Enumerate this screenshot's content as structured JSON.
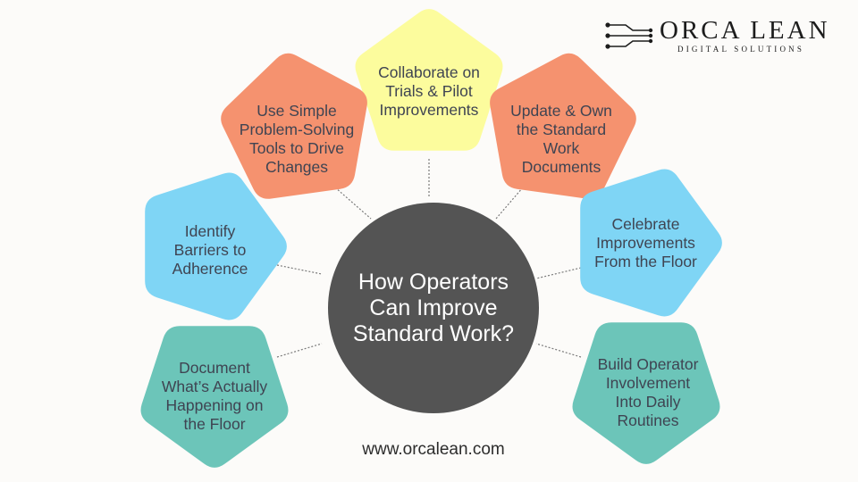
{
  "brand": {
    "name": "ORCA LEAN",
    "tagline": "DIGITAL SOLUTIONS",
    "logo_icon": "circuit-lines-icon"
  },
  "center": {
    "title": "How Operators\nCan Improve\nStandard Work?",
    "color": "#545454"
  },
  "items": [
    {
      "id": "collaborate",
      "label": "Collaborate on\nTrials & Pilot\nImprovements",
      "color": "#fcfc9d"
    },
    {
      "id": "update",
      "label": "Update & Own\nthe Standard\nWork\nDocuments",
      "color": "#f5926f"
    },
    {
      "id": "celebrate",
      "label": "Celebrate\nImprovements\nFrom the Floor",
      "color": "#7fd5f5"
    },
    {
      "id": "build",
      "label": "Build Operator\nInvolvement\nInto Daily\nRoutines",
      "color": "#6cc5b9"
    },
    {
      "id": "document",
      "label": "Document\nWhat’s Actually\nHappening on\nthe Floor",
      "color": "#6cc5b9"
    },
    {
      "id": "identify",
      "label": "Identify\nBarriers to\nAdherence",
      "color": "#7fd5f5"
    },
    {
      "id": "problem-solving",
      "label": "Use Simple\nProblem-Solving\nTools to Drive\nChanges",
      "color": "#f5926f"
    }
  ],
  "website": "www.orcalean.com",
  "colors": {
    "background": "#fcfbf9",
    "connector": "#7a7a7a",
    "text": "#3f4452"
  }
}
